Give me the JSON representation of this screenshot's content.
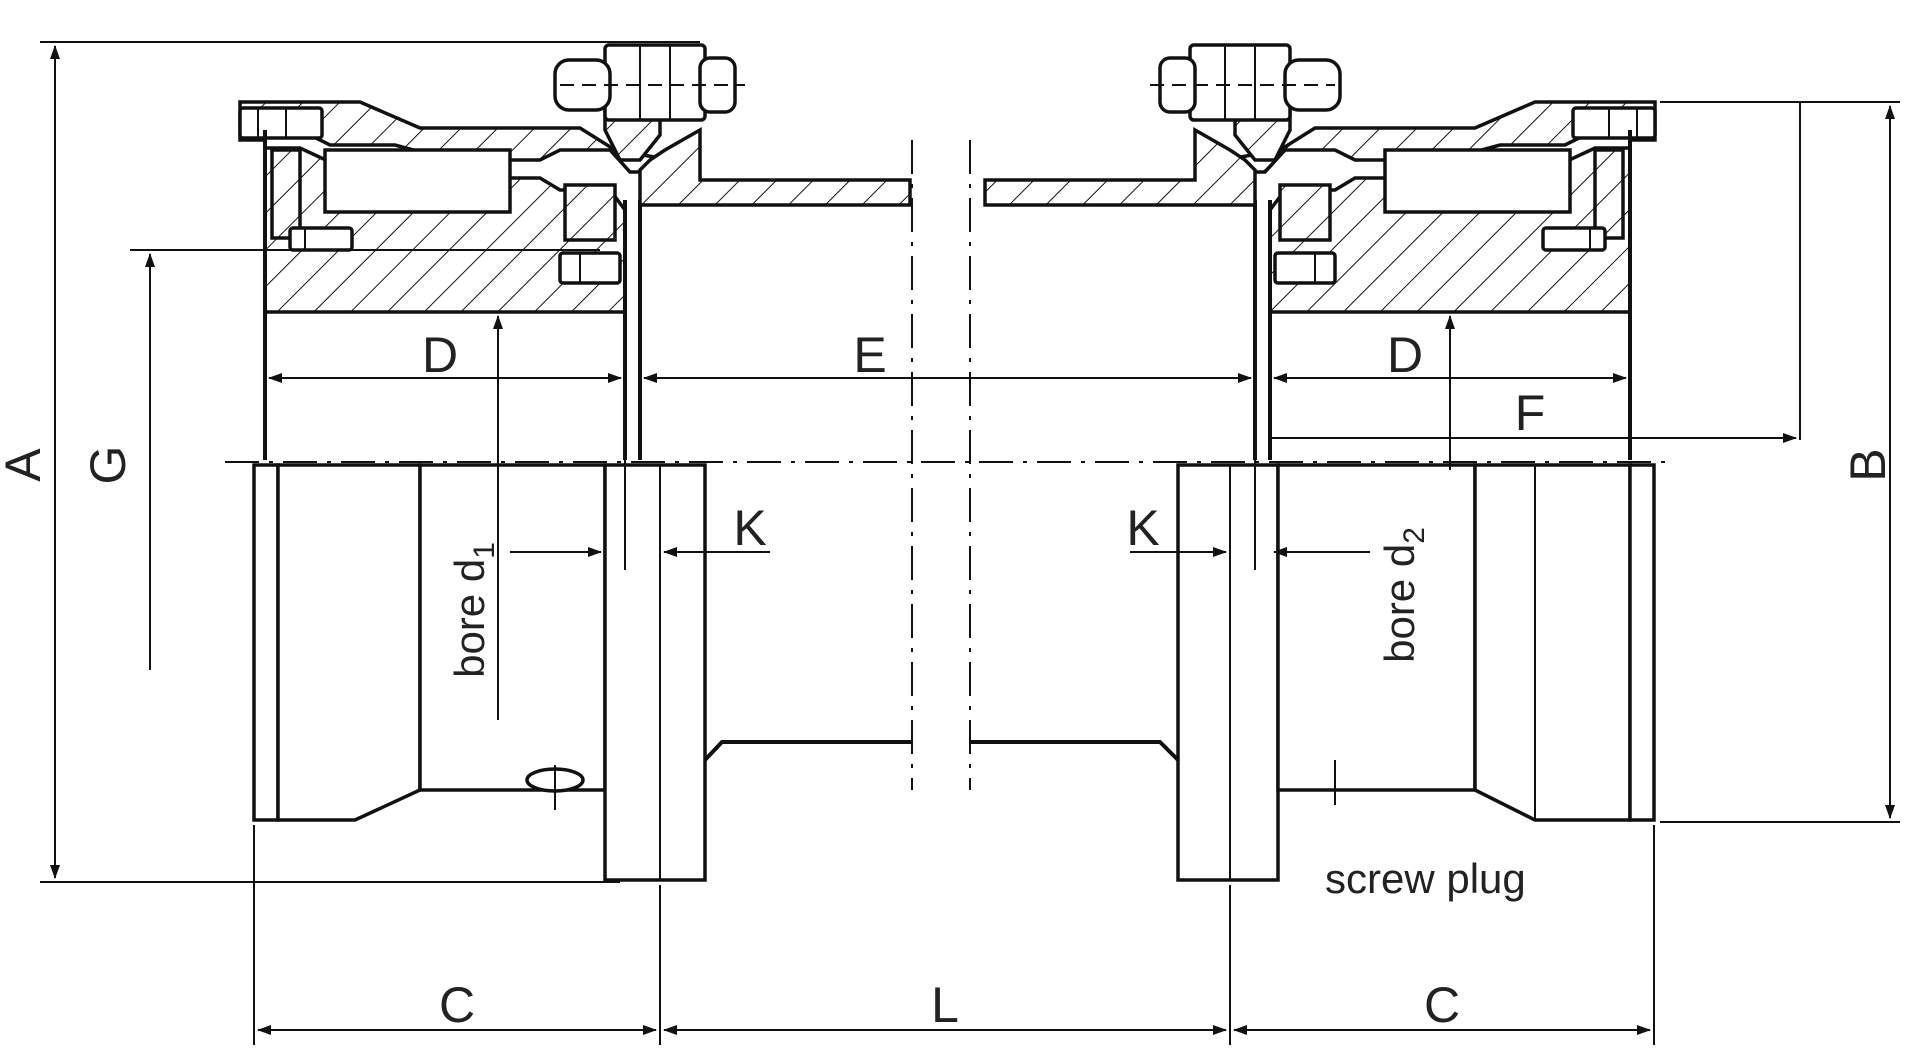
{
  "labels": {
    "A": "A",
    "B": "B",
    "C_left": "C",
    "C_right": "C",
    "D_left": "D",
    "D_right": "D",
    "E": "E",
    "F": "F",
    "G": "G",
    "K_left": "K",
    "K_right": "K",
    "L": "L"
  },
  "bore_left": {
    "text": "bore d",
    "sub": "1"
  },
  "bore_right": {
    "text": "bore d",
    "sub": "2"
  },
  "screw_plug": "screw plug"
}
